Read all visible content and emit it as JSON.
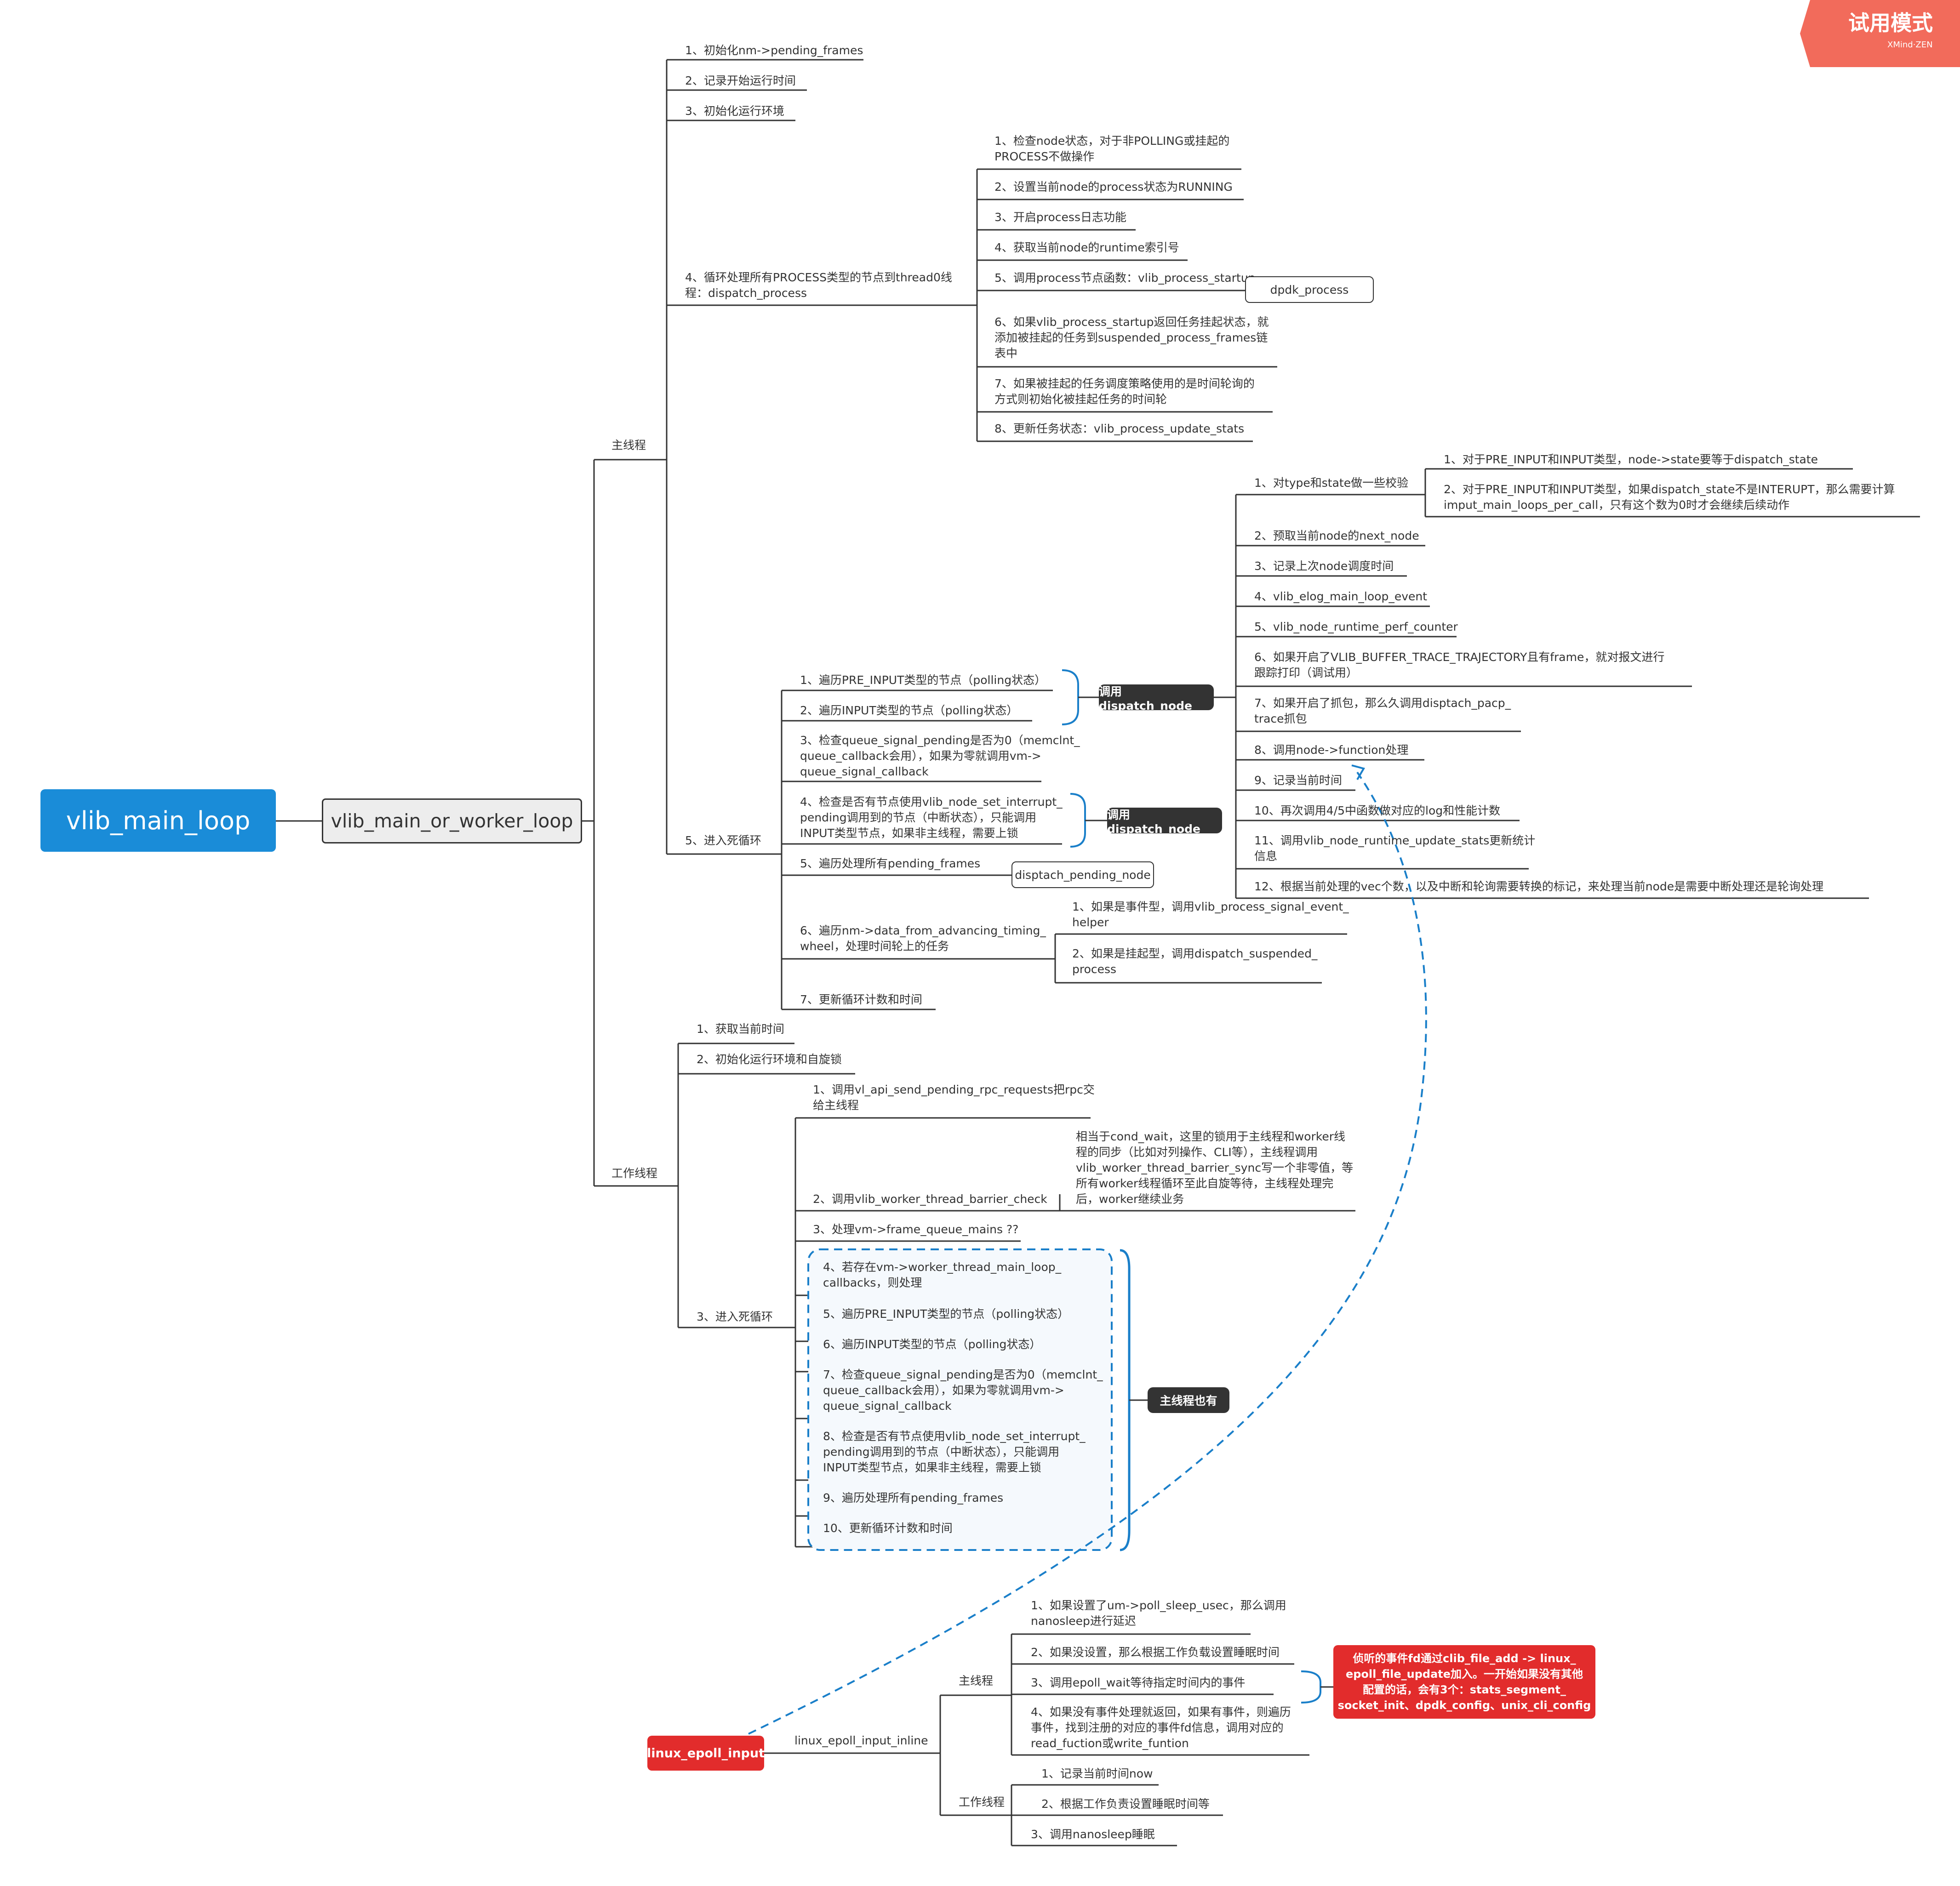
{
  "root": "vlib_main_loop",
  "level1": "vlib_main_or_worker_loop",
  "trial": {
    "title": "试用模式",
    "brand": "XMind·ZEN"
  },
  "main_thread": {
    "label": "主线程",
    "items": [
      "1、初始化nm->pending_frames",
      "2、记录开始运行时间",
      "3、初始化运行环境",
      "4、循环处理所有PROCESS类型的节点到thread0线\n程：dispatch_process",
      "5、进入死循环"
    ],
    "process_items": [
      "1、检查node状态，对于非POLLING或挂起的\nPROCESS不做操作",
      "2、设置当前node的process状态为RUNNING",
      "3、开启process日志功能",
      "4、获取当前node的runtime索引号",
      "5、调用process节点函数：vlib_process_startup",
      "6、如果vlib_process_startup返回任务挂起状态，就\n添加被挂起的任务到suspended_process_frames链\n表中",
      "7、如果被挂起的任务调度策略使用的是时间轮询的\n方式则初始化被挂起任务的时间轮",
      "8、更新任务状态：vlib_process_update_stats"
    ],
    "dpdk_process": "dpdk_process",
    "loop_items": [
      "1、遍历PRE_INPUT类型的节点（polling状态）",
      "2、遍历INPUT类型的节点（polling状态）",
      "3、检查queue_signal_pending是否为0（memclnt_\nqueue_callback会用），如果为零就调用vm->\nqueue_signal_callback",
      "4、检查是否有节点使用vlib_node_set_interrupt_\npending调用到的节点（中断状态），只能调用\nINPUT类型节点，如果非主线程，需要上锁",
      "5、遍历处理所有pending_frames",
      "6、遍历nm->data_from_advancing_timing_\nwheel，处理时间轮上的任务",
      "7、更新循环计数和时间"
    ],
    "dispatch_tag_1": "调用dispatch_node",
    "dispatch_tag_2": "调用dispatch_node",
    "dispatch_pending": "disptach_pending_node",
    "timing_items": [
      "1、如果是事件型，调用vlib_process_signal_event_\nhelper",
      "2、如果是挂起型，调用dispatch_suspended_\nprocess"
    ]
  },
  "dispatch_node": {
    "items": [
      "1、对type和state做一些校验",
      "2、预取当前node的next_node",
      "3、记录上次node调度时间",
      "4、vlib_elog_main_loop_event",
      "5、vlib_node_runtime_perf_counter",
      "6、如果开启了VLIB_BUFFER_TRACE_TRAJECTORY且有frame，就对报文进行\n跟踪打印（调试用）",
      "7、如果开启了抓包，那么久调用disptach_pacp_\ntrace抓包",
      "8、调用node->function处理",
      "9、记录当前时间",
      "10、再次调用4/5中函数做对应的log和性能计数",
      "11、调用vlib_node_runtime_update_stats更新统计\n信息",
      "12、根据当前处理的vec个数，以及中断和轮询需要转换的标记，来处理当前node是需要中断处理还是轮询处理"
    ],
    "check_items": [
      "1、对于PRE_INPUT和INPUT类型，node->state要等于dispatch_state",
      "2、对于PRE_INPUT和INPUT类型，如果dispatch_state不是INTERUPT，那么需要计算\nimput_main_loops_per_call，只有这个数为0时才会继续后续动作"
    ]
  },
  "worker_thread": {
    "label": "工作线程",
    "items": [
      "1、获取当前时间",
      "2、初始化运行环境和自旋锁",
      "3、进入死循环"
    ],
    "loop_items": [
      "1、调用vl_api_send_pending_rpc_requests把rpc交\n给主线程",
      "2、调用vlib_worker_thread_barrier_check",
      "3、处理vm->frame_queue_mains ??",
      "4、若存在vm->worker_thread_main_loop_\ncallbacks，则处理",
      "5、遍历PRE_INPUT类型的节点（polling状态）",
      "6、遍历INPUT类型的节点（polling状态）",
      "7、检查queue_signal_pending是否为0（memclnt_\nqueue_callback会用），如果为零就调用vm->\nqueue_signal_callback",
      "8、检查是否有节点使用vlib_node_set_interrupt_\npending调用到的节点（中断状态），只能调用\nINPUT类型节点，如果非主线程，需要上锁",
      "9、遍历处理所有pending_frames",
      "10、更新循环计数和时间"
    ],
    "barrier_note": "相当于cond_wait，这里的锁用于主线程和worker线\n程的同步（比如对列操作、CLI等），主线程调用\nvlib_worker_thread_barrier_sync写一个非零值，等\n所有worker线程循环至此自旋等待，主线程处理完\n后，worker继续业务",
    "main_also": "主线程也有"
  },
  "epoll": {
    "root": "linux_epoll_input",
    "inline": "linux_epoll_input_inline",
    "main_label": "主线程",
    "worker_label": "工作线程",
    "main_items": [
      "1、如果设置了um->poll_sleep_usec，那么调用\nnanosleep进行延迟",
      "2、如果没设置，那么根据工作负载设置睡眠时间",
      "3、调用epoll_wait等待指定时间内的事件",
      "4、如果没有事件处理就返回，如果有事件，则遍历\n事件，找到注册的对应的事件fd信息，调用对应的\nread_fuction或write_funtion"
    ],
    "worker_items": [
      "1、记录当前时间now",
      "2、根据工作负责设置睡眠时间等",
      "3、调用nanosleep睡眠"
    ],
    "note": "侦听的事件fd通过clib_file_add -> linux_\nepoll_file_update加入。一开始如果没有其他\n配置的话，会有3个：stats_segment_\nsocket_init、dpdk_config、unix_cli_config"
  },
  "colors": {
    "accent": "#1a8cd8",
    "dark": "#333333",
    "red": "#e22c2c",
    "badge": "#f26b5b"
  }
}
